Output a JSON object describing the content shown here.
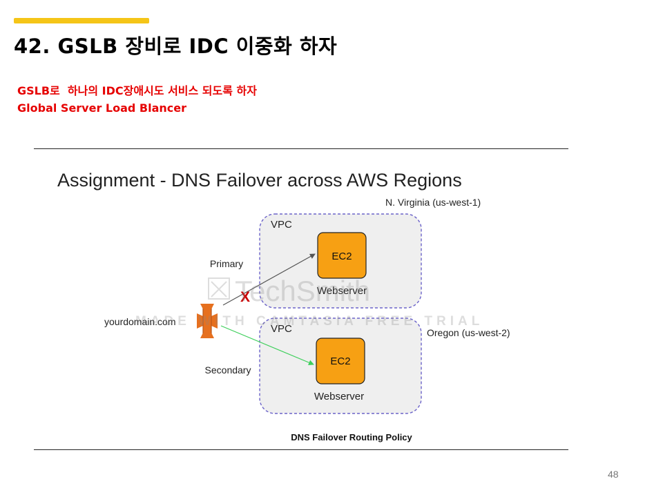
{
  "slide": {
    "title": "42. GSLB 장비로 IDC 이중화 하자",
    "subtitle_lines": [
      "GSLB로  하나의 IDC장애시도 서비스 되도록 하자",
      "Global Server Load Blancer"
    ],
    "page_number": "48",
    "accent_color": "#f5c518",
    "subtitle_color": "#e60000"
  },
  "diagram": {
    "title": "Assignment - DNS Failover across AWS Regions",
    "caption": "DNS Failover Routing Policy",
    "domain_label": "yourdomain.com",
    "dns_icon": "route53-icon",
    "primary": {
      "route_label": "Primary",
      "failed_marker": "X",
      "region_label": "N. Virginia (us-west-1)",
      "vpc_label": "VPC",
      "instance_label": "EC2",
      "server_label": "Webserver"
    },
    "secondary": {
      "route_label": "Secondary",
      "region_label": "Oregon (us-west-2)",
      "vpc_label": "VPC",
      "instance_label": "EC2",
      "server_label": "Webserver"
    },
    "watermark": {
      "logo_text": "TechSmith",
      "banner_text": "MADE WITH CAMTASIA FREE TRIAL"
    },
    "colors": {
      "ec2_fill": "#f7a013",
      "ec2_stroke": "#222222",
      "vpc_fill": "#efefef",
      "vpc_border": "#6b63c9",
      "primary_arrow": "#555555",
      "secondary_arrow": "#3ecf5b",
      "failed_marker": "#cc0000",
      "dns_icon": "#e6701f"
    }
  }
}
